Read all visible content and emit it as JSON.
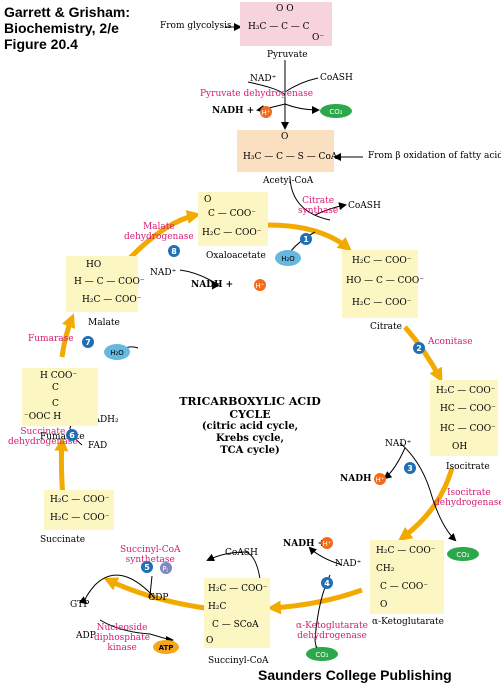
{
  "header": {
    "line1": "Garrett & Grisham:",
    "line2": "Biochemistry, 2/e",
    "line3": "Figure 20.4"
  },
  "publisher": "Saunders College Publishing",
  "cycle_title": {
    "line1": "TRICARBOXYLIC ACID",
    "line2": "CYCLE",
    "line3": "(citric acid cycle,",
    "line4": "Krebs cycle,",
    "line5": "TCA cycle)"
  },
  "inputs": {
    "glycolysis": "From glycolysis",
    "fatty_acids": "From β oxidation of fatty acids"
  },
  "molecules": {
    "pyruvate": "Pyruvate",
    "acetyl_coa": "Acetyl-CoA",
    "citrate": "Citrate",
    "isocitrate": "Isocitrate",
    "alpha_kg": "α-Ketoglutarate",
    "succinyl_coa": "Succinyl-CoA",
    "succinate": "Succinate",
    "fumarate": "Fumarate",
    "malate": "Malate",
    "oxaloacetate": "Oxaloacetate"
  },
  "enzymes": {
    "pdh": "Pyruvate dehydrogenase",
    "citrate_synthase": [
      "Citrate",
      "synthase"
    ],
    "aconitase": "Aconitase",
    "icdh": [
      "Isocitrate",
      "dehydrogenase"
    ],
    "akgdh": [
      "α-Ketoglutarate",
      "dehydrogenase"
    ],
    "scs": [
      "Succinyl-CoA",
      "synthetase"
    ],
    "ndk": [
      "Nucleoside",
      "diphosphate",
      "kinase"
    ],
    "sdh": [
      "Succinate",
      "dehydrogenase"
    ],
    "fumarase": "Fumarase",
    "mdh": [
      "Malate",
      "dehydrogenase"
    ]
  },
  "steps": [
    "1",
    "2",
    "3",
    "4",
    "5",
    "6",
    "7",
    "8"
  ],
  "cofactors": {
    "nad": "NAD⁺",
    "nadh": "NADH",
    "plus": "+",
    "h": "H⁺",
    "coash": "CoASH",
    "co2": "CO₂",
    "h2o": "H₂O",
    "fad": "FAD",
    "fadh2": "FADH₂",
    "gtp": "GTP",
    "gdp": "GDP",
    "adp": "ADP",
    "atp": "ATP",
    "pi": "P",
    "pi_sub": "i"
  },
  "structures": {
    "pyr_top": "O       O",
    "pyr_mid": "H₃C — C — C",
    "pyr_om": "O⁻",
    "acoa_top": "O",
    "acoa_mid": "H₃C — C — S — CoA",
    "oaa_l1": "O",
    "oaa_l2": "C — COO⁻",
    "oaa_l3": "H₂C — COO⁻",
    "cit_l1": "H₂C — COO⁻",
    "cit_l2": "HO — C — COO⁻",
    "cit_l3": "H₂C — COO⁻",
    "iso_l1": "H₂C — COO⁻",
    "iso_l2": "HC — COO⁻",
    "iso_l3": "HC — COO⁻",
    "iso_l4": "OH",
    "akg_l1": "H₂C — COO⁻",
    "akg_l2": "CH₂",
    "akg_l3": "C — COO⁻",
    "akg_l4": "O",
    "sc_l1": "H₂C — COO⁻",
    "sc_l2": "H₂C",
    "sc_l3": "C — SCoA",
    "sc_l4": "O",
    "suc_l1": "H₂C — COO⁻",
    "suc_l2": "H₂C — COO⁻",
    "fum_l1": "H       COO⁻",
    "fum_l2": "C",
    "fum_l3": "C",
    "fum_l4": "⁻OOC      H",
    "mal_l1": "HO",
    "mal_l2": "H — C — COO⁻",
    "mal_l3": "H₂C — COO⁻"
  },
  "colors": {
    "cycle_arrow": "#f2a900",
    "molecule_box": "#fcf7c2",
    "pyruvate_box": "#f7d3dc",
    "acetyl_box": "#fae0c0",
    "enzyme_text": "#d41b74",
    "co2": "#2aa84a",
    "water": "#66b8e0",
    "step_badge": "#1e6fb5",
    "h_ion": "#f26a1b",
    "atp": "#f6a81c",
    "pi": "#7f86c4"
  }
}
